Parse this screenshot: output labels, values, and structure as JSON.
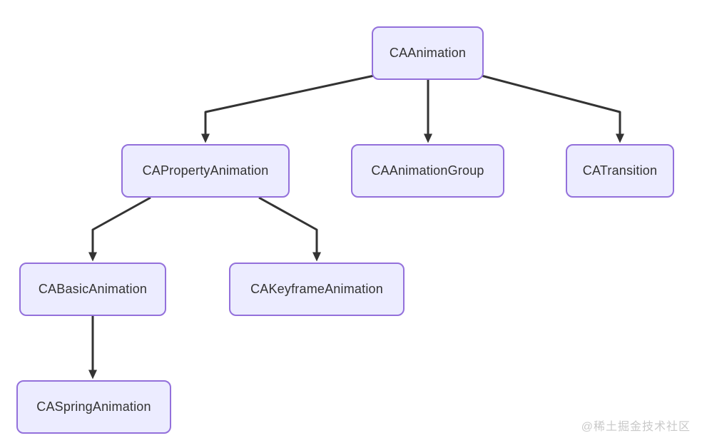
{
  "diagram": {
    "type": "flowchart-class-hierarchy",
    "background_color": "#ffffff",
    "node_fill_color": "#ECECFF",
    "node_border_color": "#9370DB",
    "node_text_color": "#333333",
    "arrow_color": "#333333",
    "nodes": [
      {
        "id": "CAAnimation",
        "label": "CAAnimation"
      },
      {
        "id": "CAPropertyAnimation",
        "label": "CAPropertyAnimation"
      },
      {
        "id": "CAAnimationGroup",
        "label": "CAAnimationGroup"
      },
      {
        "id": "CATransition",
        "label": "CATransition"
      },
      {
        "id": "CABasicAnimation",
        "label": "CABasicAnimation"
      },
      {
        "id": "CAKeyframeAnimation",
        "label": "CAKeyframeAnimation"
      },
      {
        "id": "CASpringAnimation",
        "label": "CASpringAnimation"
      }
    ],
    "edges": [
      {
        "from": "CAAnimation",
        "to": "CAPropertyAnimation"
      },
      {
        "from": "CAAnimation",
        "to": "CAAnimationGroup"
      },
      {
        "from": "CAAnimation",
        "to": "CATransition"
      },
      {
        "from": "CAPropertyAnimation",
        "to": "CABasicAnimation"
      },
      {
        "from": "CAPropertyAnimation",
        "to": "CAKeyframeAnimation"
      },
      {
        "from": "CABasicAnimation",
        "to": "CASpringAnimation"
      }
    ]
  },
  "watermark": {
    "text": "@稀土掘金技术社区"
  }
}
